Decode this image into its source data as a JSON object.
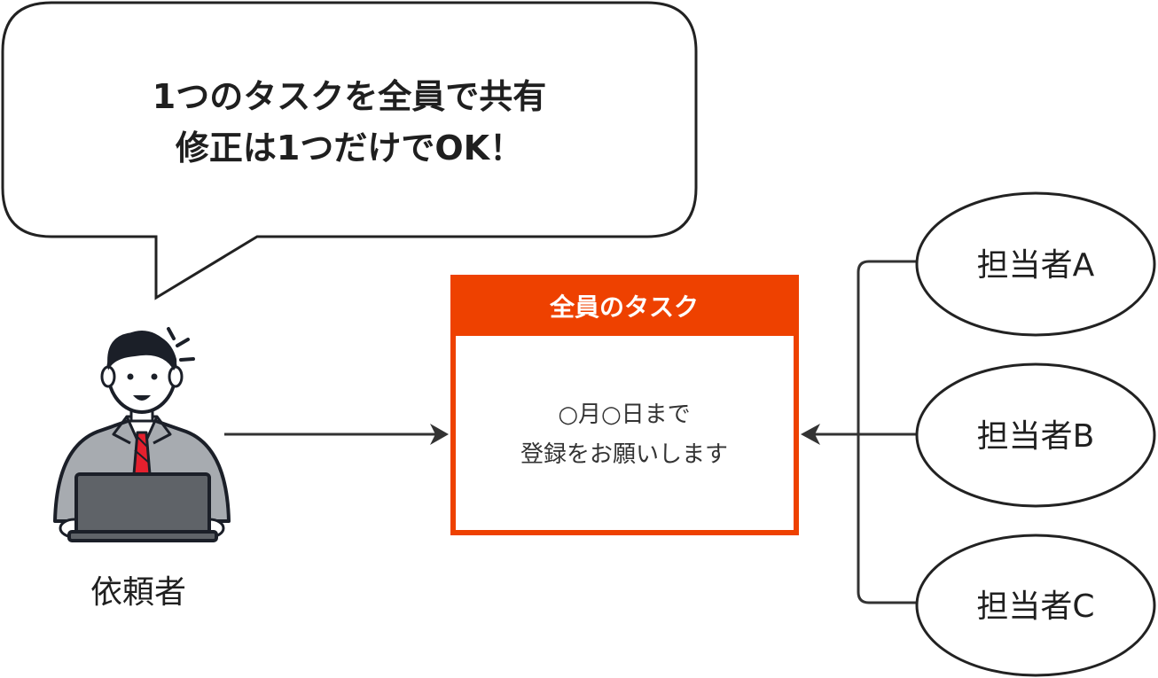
{
  "speech_bubble": {
    "line1": "1つのタスクを全員で共有",
    "line2": "修正は1つだけでOK！"
  },
  "requester": {
    "label": "依頼者"
  },
  "task": {
    "header": "全員のタスク",
    "body_line1": "○月○日まで",
    "body_line2": "登録をお願いします"
  },
  "assignees": [
    {
      "label": "担当者A"
    },
    {
      "label": "担当者B"
    },
    {
      "label": "担当者C"
    }
  ],
  "colors": {
    "accent": "#EE4100",
    "line": "#333333",
    "suit": "#A7ABB0",
    "laptop": "#5F6368",
    "tie": "#E5202E",
    "hair": "#1B1F28"
  }
}
